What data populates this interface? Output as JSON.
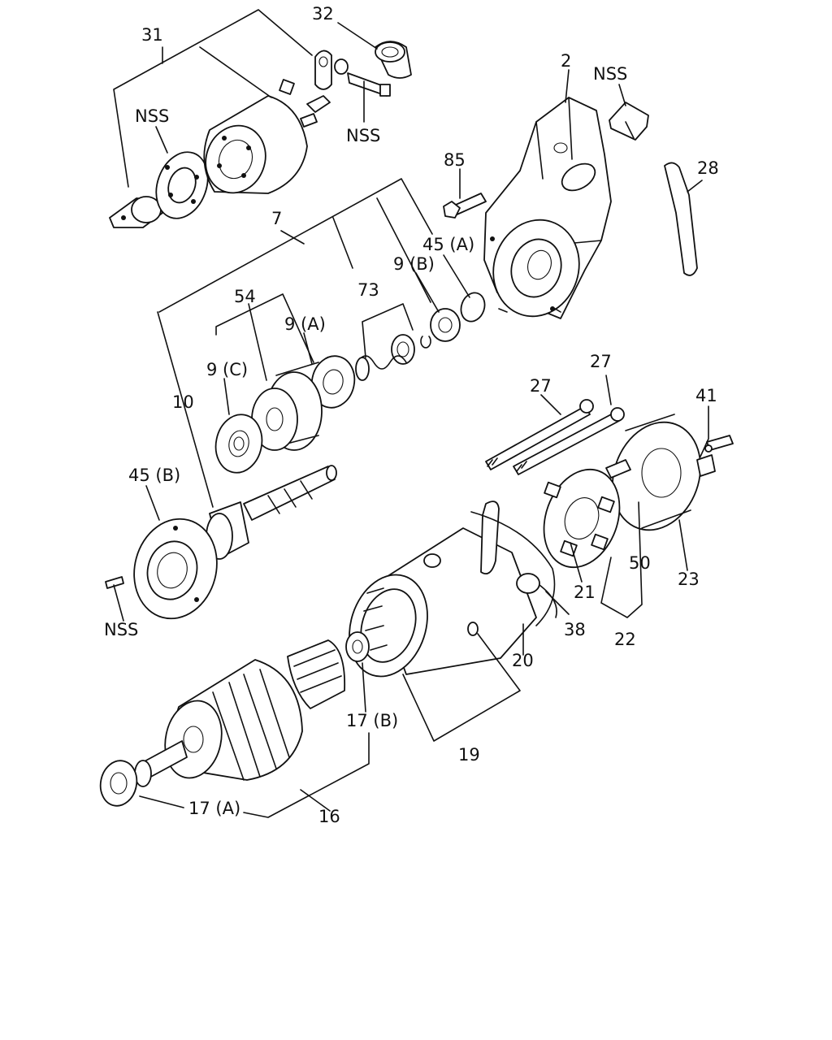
{
  "labels": {
    "l31": "31",
    "l32": "32",
    "l2": "2",
    "nss_top_right": "NSS",
    "nss_31": "NSS",
    "nss_bolt": "NSS",
    "l85": "85",
    "l28": "28",
    "l7": "7",
    "l45a": "45 (A)",
    "l9b": "9 (B)",
    "l54": "54",
    "l73": "73",
    "l9a": "9 (A)",
    "l9c": "9 (C)",
    "l10": "10",
    "l27a": "27",
    "l27b": "27",
    "l41": "41",
    "l45b": "45 (B)",
    "nss_45b": "NSS",
    "l21": "21",
    "l50": "50",
    "l23": "23",
    "l38": "38",
    "l22": "22",
    "l20": "20",
    "l17b": "17 (B)",
    "l19": "19",
    "l17a": "17 (A)",
    "l16": "16"
  }
}
